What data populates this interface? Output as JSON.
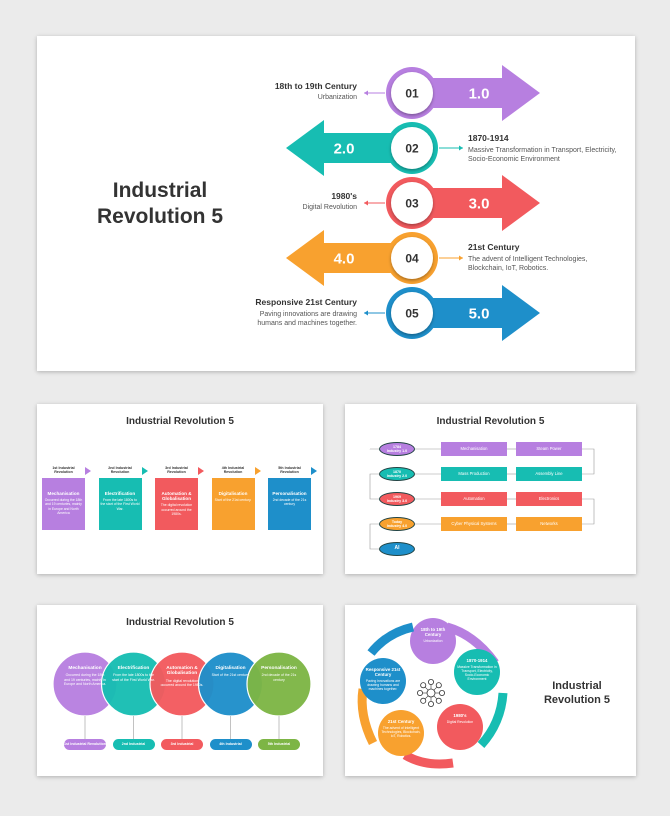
{
  "colors": {
    "purple": "#b77fe0",
    "teal": "#17bdb2",
    "red": "#f25a5e",
    "orange": "#f8a12f",
    "blue": "#1e8fca",
    "green": "#7db545",
    "dark": "#333333"
  },
  "main": {
    "title_line1": "Industrial",
    "title_line2": "Revolution 5",
    "steps": [
      {
        "num": "01",
        "version": "1.0",
        "heading": "18th to 19th Century",
        "text": "Urbanization",
        "color": "#b77fe0"
      },
      {
        "num": "02",
        "version": "2.0",
        "heading": "1870-1914",
        "text": "Massive Transformation in Transport, Electricity, Socio-Economic Environment",
        "color": "#17bdb2"
      },
      {
        "num": "03",
        "version": "3.0",
        "heading": "1980's",
        "text": "Digital Revolution",
        "color": "#f25a5e"
      },
      {
        "num": "04",
        "version": "4.0",
        "heading": "21st Century",
        "text": "The advent of Intelligent Technologies, Blockchain, IoT, Robotics.",
        "color": "#f8a12f"
      },
      {
        "num": "05",
        "version": "5.0",
        "heading": "Responsive 21st Century",
        "text": "Paving innovations are drawing humans and machines together.",
        "color": "#1e8fca"
      }
    ]
  },
  "slide2": {
    "title": "Industrial Revolution 5",
    "items": [
      {
        "tab": "1st Industrial Revolution",
        "heading": "Mechanisation",
        "text": "Occurred during the 18th and 19 centuries, mainly in Europe and North America",
        "color": "#b77fe0"
      },
      {
        "tab": "2nd Industrial Revolution",
        "heading": "Electrification",
        "text": "From the late 1800s to the start of the First World War.",
        "color": "#17bdb2"
      },
      {
        "tab": "3rd Industrial Revolution",
        "heading": "Automation & Globalisation",
        "text": "The digital revolution occurred around the 1980s.",
        "color": "#f25a5e"
      },
      {
        "tab": "4th Industrial Revolution",
        "heading": "Digitalisation",
        "text": "Start of the 21st century.",
        "color": "#f8a12f"
      },
      {
        "tab": "5th Industrial Revolution",
        "heading": "Personalisation",
        "text": "2nd decade of the 21s century",
        "color": "#1e8fca"
      }
    ]
  },
  "slide3": {
    "title": "Industrial Revolution 5",
    "rows": [
      {
        "oval_year": "1784",
        "oval_label": "Industry 1.0",
        "box1": "Mechanisation",
        "box2": "Steam Power",
        "color": "#b77fe0"
      },
      {
        "oval_year": "1870",
        "oval_label": "Industry 2.0",
        "box1": "Mass Production",
        "box2": "Assembly Line",
        "color": "#17bdb2"
      },
      {
        "oval_year": "1969",
        "oval_label": "Industry 3.0",
        "box1": "Automation",
        "box2": "Electronics",
        "color": "#f25a5e"
      },
      {
        "oval_year": "Today",
        "oval_label": "Industry 4.0",
        "box1": "Cyber Physical Systems",
        "box2": "Networks",
        "color": "#f8a12f"
      },
      {
        "oval_year": "",
        "oval_label": "AI",
        "box1": "",
        "box2": "",
        "color": "#1e8fca"
      }
    ]
  },
  "slide4": {
    "title": "Industrial Revolution 5",
    "items": [
      {
        "heading": "Mechanisation",
        "text": "Occurred during the 18th and 19 centuries, mainly in Europe and North America.",
        "tab": "1st Industrial Revolution",
        "color": "#b77fe0"
      },
      {
        "heading": "Electrification",
        "text": "From the late 1800s to the start of the First World War.",
        "tab": "2nd Industrial Revolution",
        "color": "#17bdb2"
      },
      {
        "heading": "Automation & Globalisation",
        "text": "The digital revolution occurred around the 1980s.",
        "tab": "3rd Industrial Revolution",
        "color": "#f25a5e"
      },
      {
        "heading": "Digitalisation",
        "text": "Start of the 21st century.",
        "tab": "4th Industrial Revolution",
        "color": "#1e8fca"
      },
      {
        "heading": "Personalisation",
        "text": "2nd decade of the 21s century",
        "tab": "5th Industrial Revolution",
        "color": "#7db545"
      }
    ]
  },
  "slide5": {
    "title_line1": "Industrial",
    "title_line2": "Revolution 5",
    "items": [
      {
        "heading": "18th to 19th Century",
        "text": "Urbanization",
        "color": "#b77fe0"
      },
      {
        "heading": "1870-1914",
        "text": "Massive Transformation in Transport, Electricity, Socio-Economic Environment",
        "color": "#17bdb2"
      },
      {
        "heading": "1980's",
        "text": "Digital Revolution",
        "color": "#f25a5e"
      },
      {
        "heading": "21st Century",
        "text": "The advent of Intelligent Technologies, Blockchain, IoT, Robotics.",
        "color": "#f8a12f"
      },
      {
        "heading": "Responsive 21st Century",
        "text": "Paving innovations are drawing humans and machines together.",
        "color": "#1e8fca"
      }
    ]
  }
}
